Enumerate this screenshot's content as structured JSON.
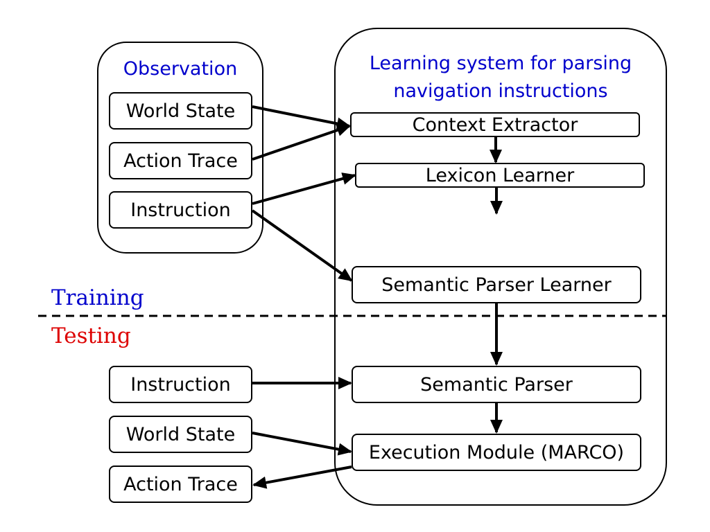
{
  "observation": {
    "title": "Observation",
    "items": [
      "World State",
      "Action Trace",
      "Instruction"
    ]
  },
  "learning_system": {
    "title_line1": "Learning system for parsing",
    "title_line2": "navigation instructions",
    "modules": {
      "context_extractor": "Context Extractor",
      "lexicon_learner": "Lexicon Learner",
      "semantic_parser_learner": "Semantic Parser Learner",
      "semantic_parser": "Semantic Parser",
      "execution_module": "Execution Module (MARCO)"
    }
  },
  "phases": {
    "training": "Training",
    "training_color": "#0000cc",
    "testing": "Testing",
    "testing_color": "#dd0000"
  },
  "testing_inputs": {
    "instruction": "Instruction",
    "world_state": "World State",
    "action_trace": "Action Trace"
  }
}
